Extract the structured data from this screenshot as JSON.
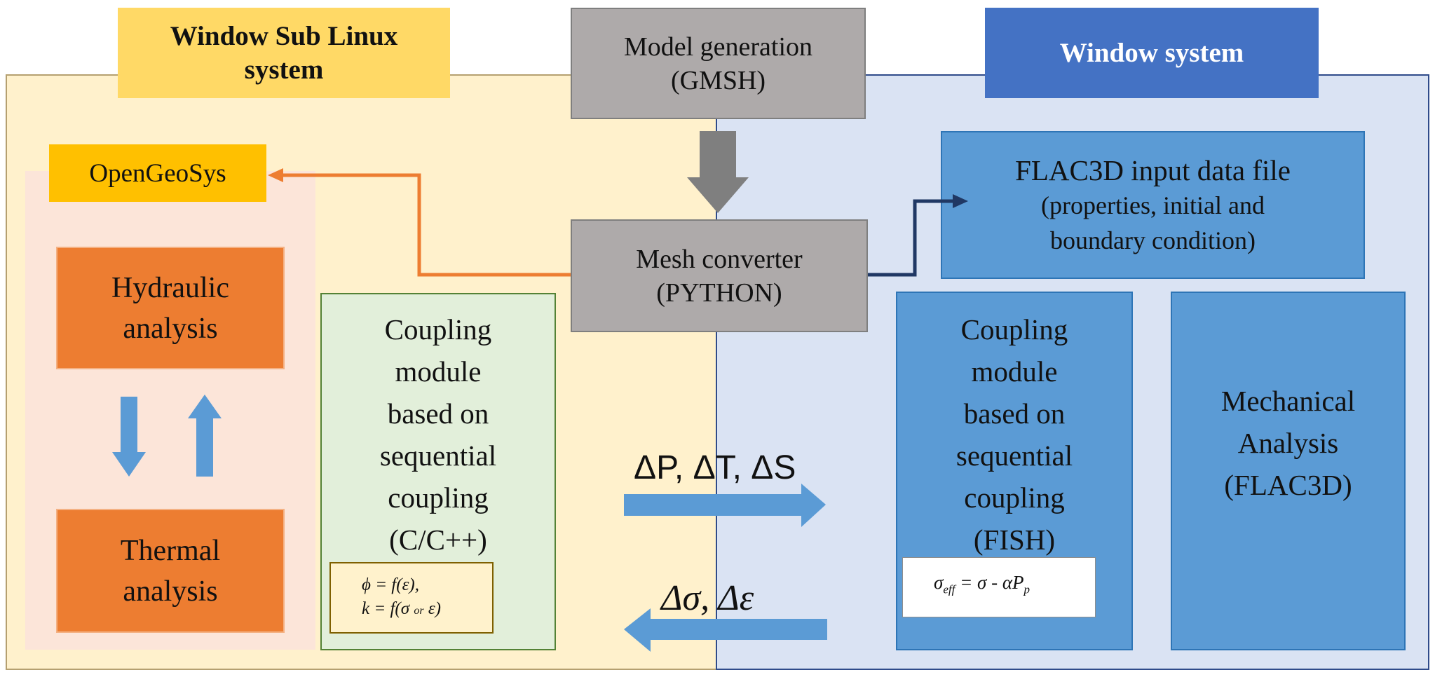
{
  "regions": {
    "left_title_line1": "Window Sub Linux",
    "left_title_line2": "system",
    "right_title": "Window system"
  },
  "nodes": {
    "model_generation": {
      "line1": "Model generation",
      "line2": "(GMSH)"
    },
    "mesh_converter": {
      "line1": "Mesh converter",
      "line2": "(PYTHON)"
    },
    "opengeosys": "OpenGeoSys",
    "hydraulic": {
      "line1": "Hydraulic",
      "line2": "analysis"
    },
    "thermal": {
      "line1": "Thermal",
      "line2": "analysis"
    },
    "coupling_left": {
      "lines": [
        "Coupling",
        "module",
        "based on",
        "sequential",
        "coupling",
        "(C/C++)"
      ]
    },
    "formula_left": {
      "line1": "ϕ = f(ε),",
      "line2_a": "k = f(σ ",
      "line2_or": "or",
      "line2_b": " ε)"
    },
    "flac_input": {
      "line1": "FLAC3D  input data file",
      "line2": "(properties, initial  and",
      "line3": "boundary condition)"
    },
    "coupling_right": {
      "lines": [
        "Coupling",
        "module",
        "based on",
        "sequential",
        "coupling",
        "(FISH)"
      ]
    },
    "formula_right": {
      "sigma": "σ",
      "eff": "eff",
      "rest": " = σ - αP",
      "p": "p"
    },
    "mechanical": {
      "line1": "Mechanical",
      "line2": "Analysis",
      "line3": "(FLAC3D)"
    }
  },
  "exchange": {
    "to_right_label": "ΔP, ΔT, ΔS",
    "to_left_label": "Δσ, Δε"
  },
  "colors": {
    "linux_bg": "#fff1cc",
    "windows_bg": "#dae3f3",
    "orange": "#ed7d31",
    "blue_box": "#5b9bd5",
    "arrow_blue": "#5b9bd5",
    "arrow_gray": "#7f7f7f",
    "connector_navy": "#203864"
  }
}
